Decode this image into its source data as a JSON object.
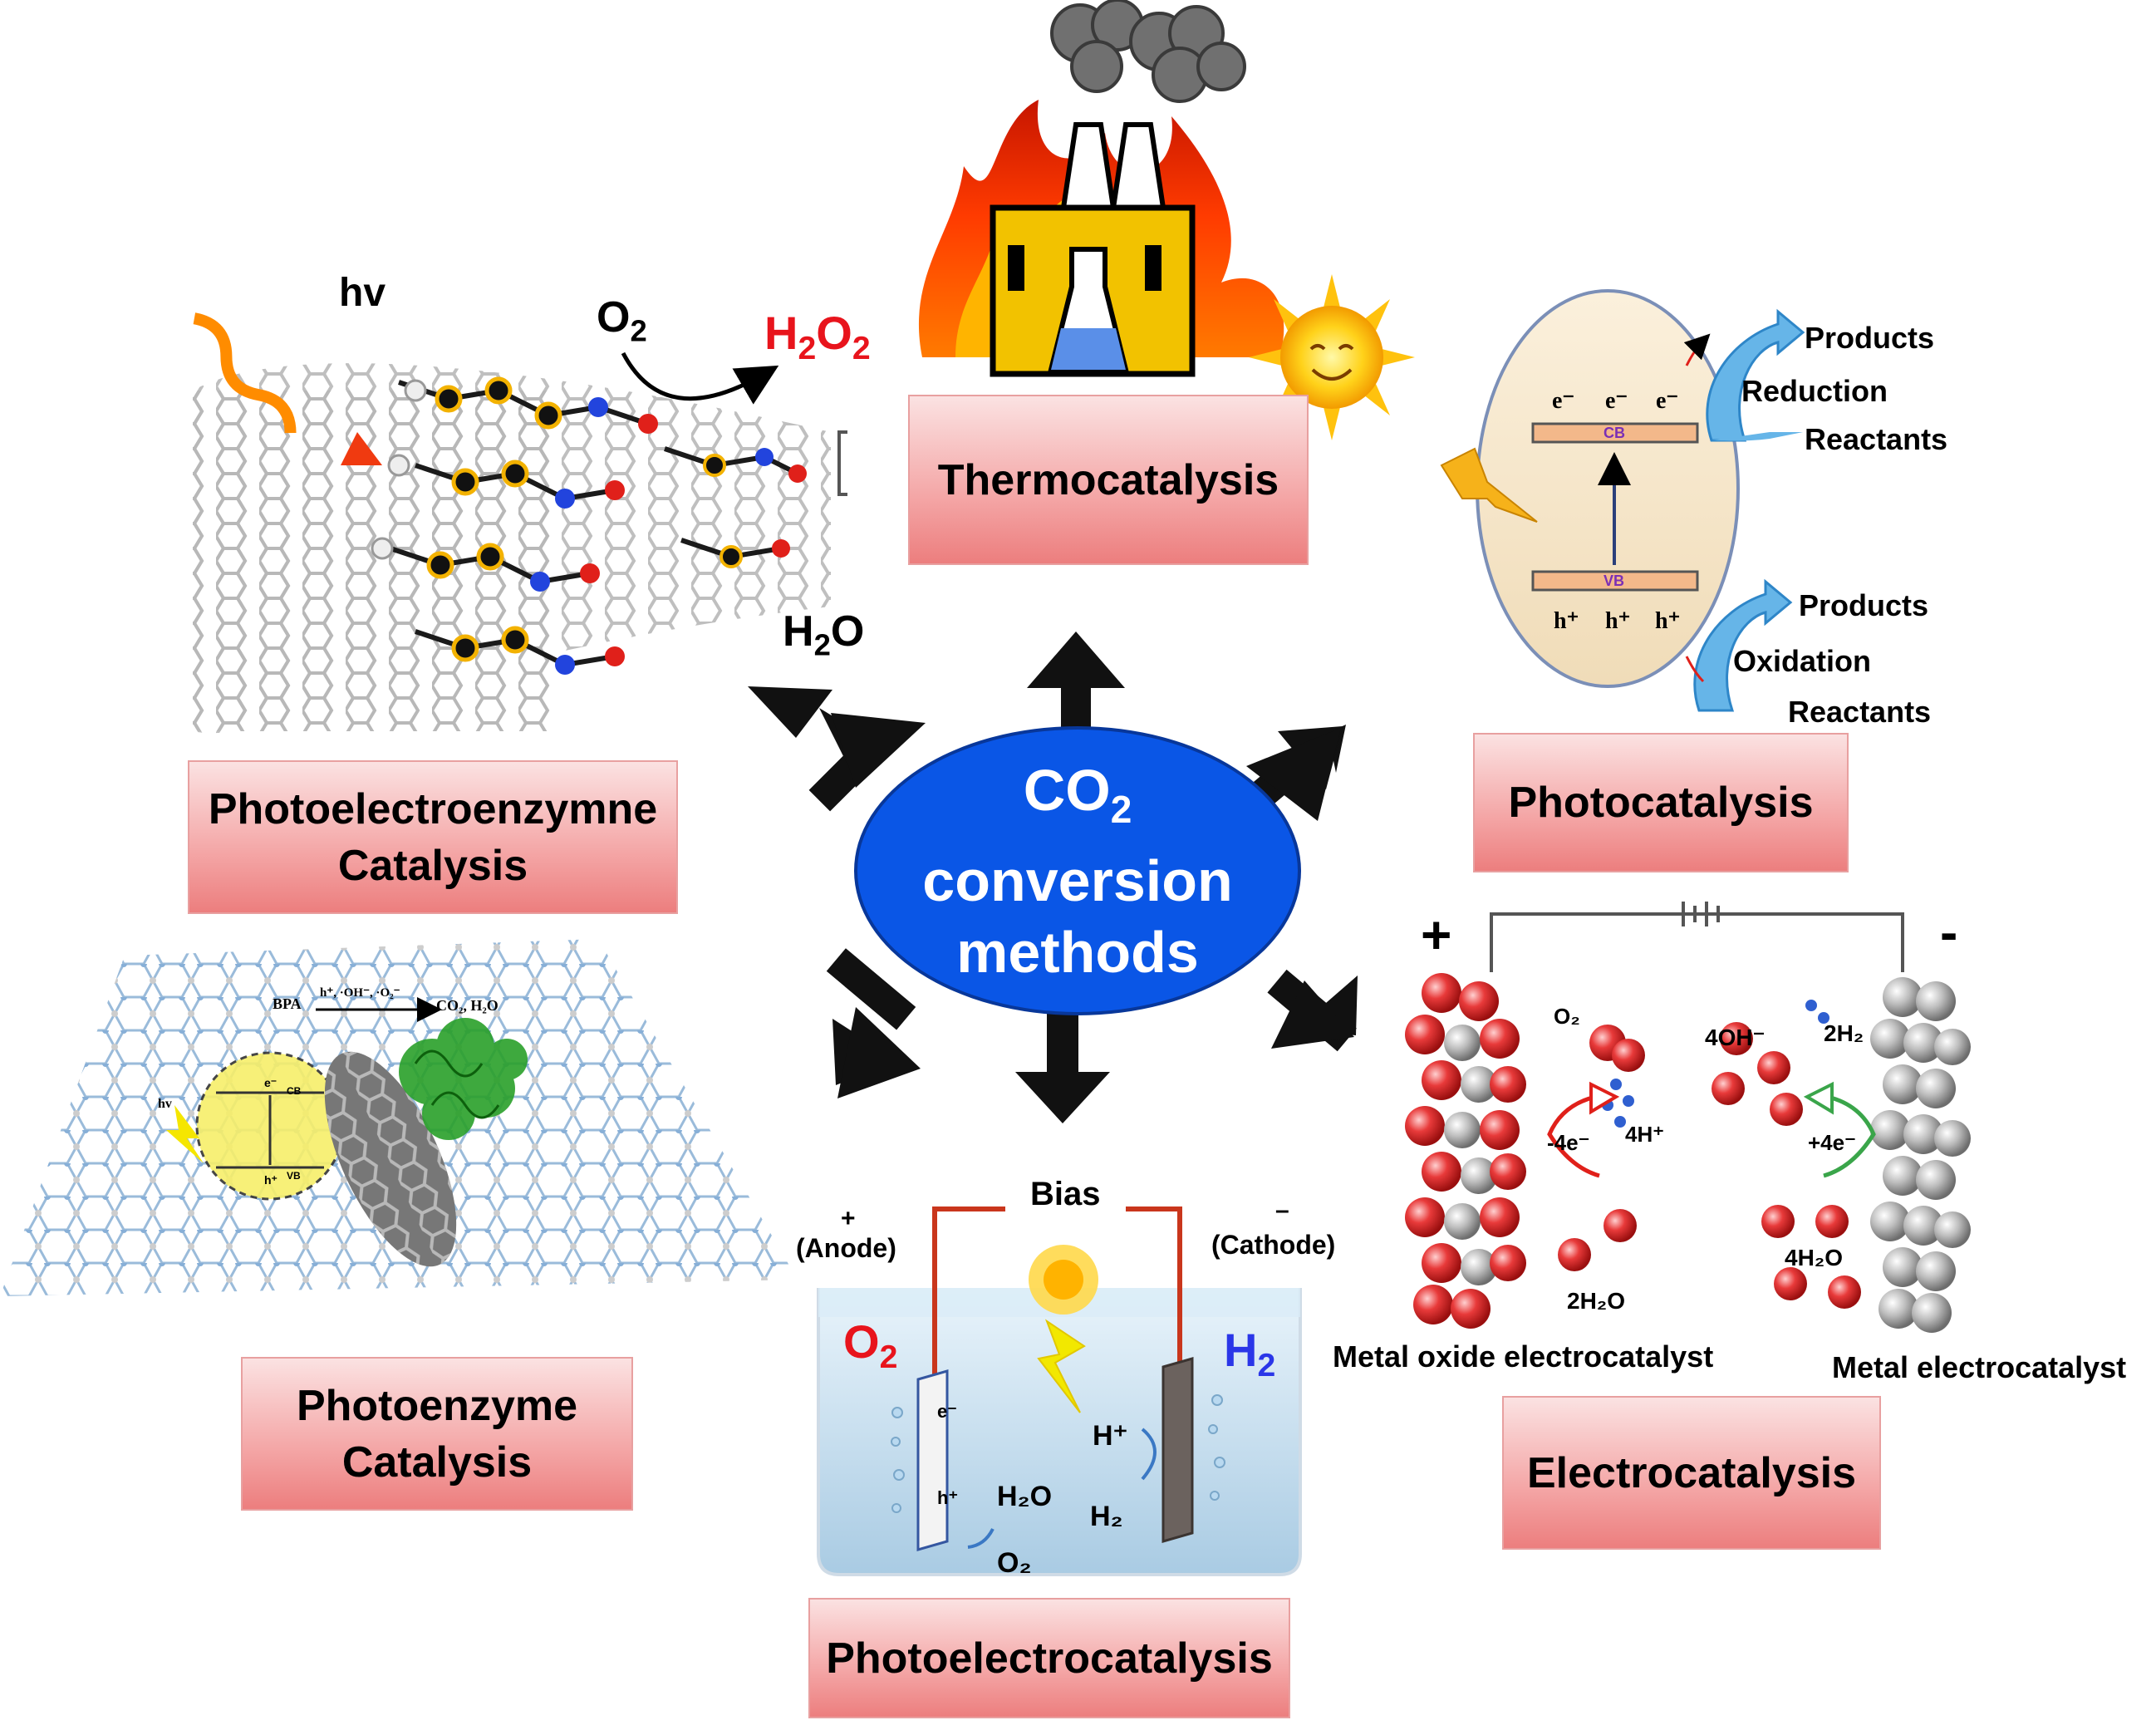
{
  "center": {
    "line1": "CO",
    "line1_sub": "2",
    "line2": "conversion",
    "line3": "methods"
  },
  "methods": {
    "thermo": "Thermocatalysis",
    "photo": "Photocatalysis",
    "photoelectroenzyme_1": "Photoelectroenzymne",
    "photoelectroenzyme_2": "Catalysis",
    "photoenzyme_1": "Photoenzyme",
    "photoenzyme_2": "Catalysis",
    "electro": "Electrocatalysis",
    "photoelectro": "Photoelectrocatalysis"
  },
  "nanotube_panel": {
    "hv": "hv",
    "o2": "O",
    "o2_sub": "2",
    "h2o2_a": "H",
    "h2o2_sub1": "2",
    "h2o2_b": "O",
    "h2o2_sub2": "2",
    "h2o": "H",
    "h2o_sub": "2",
    "h2o_b": "O"
  },
  "photocatalysis_panel": {
    "products_top": "Products",
    "reduction": "Reduction",
    "reactants_top": "Reactants",
    "products_bottom": "Products",
    "oxidation": "Oxidation",
    "reactants_bottom": "Reactants",
    "cb": "CB",
    "vb": "VB",
    "electrons": [
      "e⁻",
      "e⁻",
      "e⁻"
    ],
    "holes": [
      "h⁺",
      "h⁺",
      "h⁺"
    ]
  },
  "electro_panel": {
    "plus": "+",
    "minus": "-",
    "o2": "O₂",
    "four_oh": "4OH⁻",
    "two_h2": "2H₂",
    "minus_4e": "-4e⁻",
    "four_h": "4H⁺",
    "plus_4e": "+4e⁻",
    "two_h2o": "2H₂O",
    "four_h2o": "4H₂O",
    "left_caption": "Metal oxide electrocatalyst",
    "right_caption": "Metal electrocatalyst"
  },
  "photoelectro_panel": {
    "bias": "Bias",
    "anode_sign": "+",
    "anode": "(Anode)",
    "cathode_sign": "–",
    "cathode": "(Cathode)",
    "o2_big": "O",
    "o2_big_sub": "2",
    "h2_big": "H",
    "h2_big_sub": "2",
    "h_plus": "H⁺",
    "h2o": "H₂O",
    "h2": "H₂",
    "o2_small": "O₂",
    "e_minus": "e⁻",
    "h_hole": "h⁺"
  },
  "photoenzyme_panel": {
    "reaction": "BPA",
    "reaction_agents": "h⁺, ·OH⁻, ·O₂⁻",
    "reaction_products": "CO₂, H₂O",
    "hv": "hv",
    "cb": "CB",
    "vb": "VB",
    "e": "e⁻",
    "h": "h⁺"
  },
  "colors": {
    "hub_fill": "#0a56e6",
    "box_fill": "#f4a6a6",
    "accent_red": "#e8141c",
    "accent_blue": "#2a36e8"
  }
}
